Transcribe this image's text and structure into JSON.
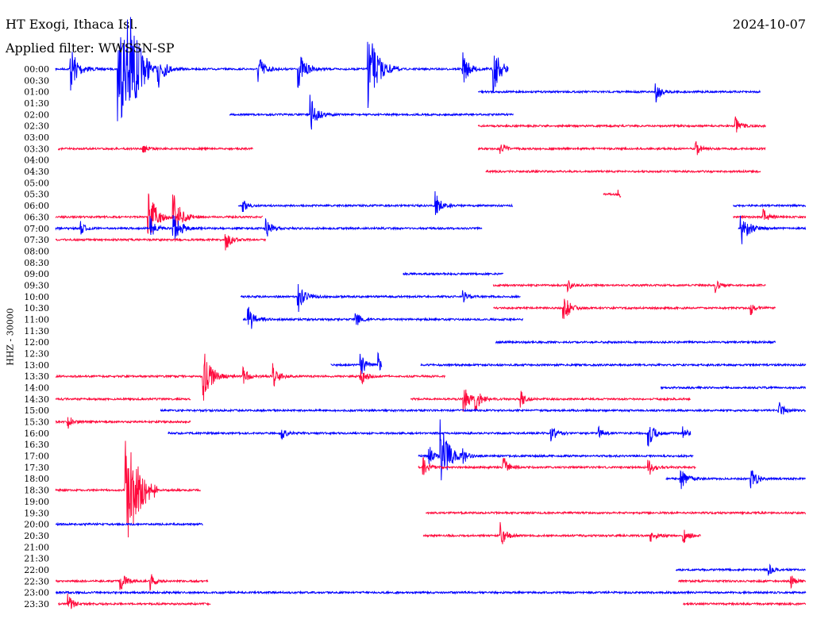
{
  "header": {
    "station": "HT Exogi, Ithaca Isl.",
    "date": "2024-10-07",
    "filter": "Applied filter: WWSSN-SP"
  },
  "chart_data": {
    "type": "line",
    "title": "HT Exogi, Ithaca Isl.",
    "ylabel": "HHZ - 30000",
    "xlabel": "",
    "minutes_per_line": 30,
    "colors": {
      "even": "#0000ff",
      "odd": "#ff0a3c"
    },
    "time_labels": [
      "00:00",
      "00:30",
      "01:00",
      "01:30",
      "02:00",
      "02:30",
      "03:00",
      "03:30",
      "04:00",
      "04:30",
      "05:00",
      "05:30",
      "06:00",
      "06:30",
      "07:00",
      "07:30",
      "08:00",
      "08:30",
      "09:00",
      "09:30",
      "10:00",
      "10:30",
      "11:00",
      "11:30",
      "12:00",
      "12:30",
      "13:00",
      "13:30",
      "14:00",
      "14:30",
      "15:00",
      "15:30",
      "16:00",
      "16:30",
      "17:00",
      "17:30",
      "18:00",
      "18:30",
      "19:00",
      "19:30",
      "20:00",
      "20:30",
      "21:00",
      "21:30",
      "22:00",
      "22:30",
      "23:00",
      "23:30"
    ],
    "traces": [
      {
        "time": "00:00",
        "segments": [
          [
            0,
            18.1
          ]
        ],
        "events": [
          [
            0.6,
            30
          ],
          [
            2.5,
            80
          ],
          [
            2.9,
            50
          ],
          [
            4.1,
            25
          ],
          [
            8.1,
            20
          ],
          [
            9.7,
            25
          ],
          [
            12.5,
            50
          ],
          [
            16.3,
            20
          ],
          [
            17.5,
            30
          ]
        ]
      },
      {
        "time": "01:00",
        "segments": [
          [
            16.9,
            28.2
          ]
        ],
        "events": [
          [
            24.0,
            14
          ]
        ]
      },
      {
        "time": "02:00",
        "segments": [
          [
            6.95,
            18.3
          ]
        ],
        "events": [
          [
            10.2,
            22
          ]
        ]
      },
      {
        "time": "02:30",
        "segments": [
          [
            16.9,
            28.4
          ]
        ],
        "events": [
          [
            27.2,
            10
          ]
        ]
      },
      {
        "time": "03:30",
        "segments": [
          [
            0.1,
            7.9
          ],
          [
            16.9,
            28.4
          ]
        ],
        "events": [
          [
            3.5,
            6
          ],
          [
            17.8,
            9
          ],
          [
            25.6,
            10
          ]
        ]
      },
      {
        "time": "04:30",
        "segments": [
          [
            17.2,
            28.2
          ]
        ],
        "events": []
      },
      {
        "time": "05:30",
        "segments": [
          [
            21.9,
            22.6
          ]
        ],
        "events": [
          [
            22.5,
            5
          ]
        ]
      },
      {
        "time": "06:00",
        "segments": [
          [
            7.3,
            18.3
          ],
          [
            27.1,
            30
          ]
        ],
        "events": [
          [
            7.5,
            8
          ],
          [
            15.2,
            16
          ]
        ]
      },
      {
        "time": "06:30",
        "segments": [
          [
            0,
            8.3
          ],
          [
            27.1,
            30
          ]
        ],
        "events": [
          [
            3.7,
            35
          ],
          [
            4.7,
            30
          ],
          [
            28.3,
            10
          ]
        ]
      },
      {
        "time": "07:00",
        "segments": [
          [
            0,
            17.05
          ],
          [
            27.3,
            30
          ]
        ],
        "events": [
          [
            1.0,
            8
          ],
          [
            3.8,
            14
          ],
          [
            4.7,
            22
          ],
          [
            8.4,
            14
          ],
          [
            27.4,
            25
          ]
        ]
      },
      {
        "time": "07:30",
        "segments": [
          [
            0,
            8.4
          ]
        ],
        "events": [
          [
            6.8,
            14
          ]
        ]
      },
      {
        "time": "09:00",
        "segments": [
          [
            13.9,
            17.9
          ]
        ],
        "events": []
      },
      {
        "time": "09:30",
        "segments": [
          [
            17.5,
            28.4
          ]
        ],
        "events": [
          [
            20.5,
            6
          ],
          [
            26.4,
            8
          ]
        ]
      },
      {
        "time": "10:00",
        "segments": [
          [
            7.4,
            18.6
          ]
        ],
        "events": [
          [
            9.7,
            20
          ],
          [
            16.3,
            8
          ]
        ]
      },
      {
        "time": "10:30",
        "segments": [
          [
            17.5,
            28.8
          ]
        ],
        "events": [
          [
            20.3,
            20
          ],
          [
            27.8,
            10
          ]
        ]
      },
      {
        "time": "11:00",
        "segments": [
          [
            7.5,
            18.7
          ]
        ],
        "events": [
          [
            7.7,
            20
          ],
          [
            12.0,
            10
          ]
        ]
      },
      {
        "time": "12:00",
        "segments": [
          [
            17.6,
            28.8
          ]
        ],
        "events": []
      },
      {
        "time": "13:00",
        "segments": [
          [
            11.0,
            13.05
          ],
          [
            14.6,
            30
          ]
        ],
        "events": [
          [
            12.2,
            15
          ],
          [
            12.9,
            14
          ]
        ]
      },
      {
        "time": "13:30",
        "segments": [
          [
            0,
            15.6
          ]
        ],
        "events": [
          [
            5.9,
            35
          ],
          [
            7.5,
            12
          ],
          [
            8.7,
            15
          ],
          [
            12.2,
            12
          ]
        ]
      },
      {
        "time": "14:00",
        "segments": [
          [
            24.2,
            30
          ]
        ],
        "events": []
      },
      {
        "time": "14:30",
        "segments": [
          [
            0,
            5.4
          ],
          [
            14.2,
            25.4
          ]
        ],
        "events": [
          [
            16.3,
            18
          ],
          [
            16.8,
            14
          ],
          [
            18.6,
            10
          ]
        ]
      },
      {
        "time": "15:00",
        "segments": [
          [
            4.2,
            30
          ]
        ],
        "events": [
          [
            28.9,
            12
          ]
        ]
      },
      {
        "time": "15:30",
        "segments": [
          [
            0,
            5.4
          ]
        ],
        "events": [
          [
            0.5,
            9
          ]
        ]
      },
      {
        "time": "16:00",
        "segments": [
          [
            4.5,
            25.4
          ]
        ],
        "events": [
          [
            9.0,
            10
          ],
          [
            19.8,
            12
          ],
          [
            21.7,
            10
          ],
          [
            23.7,
            18
          ],
          [
            25.1,
            8
          ]
        ]
      },
      {
        "time": "17:00",
        "segments": [
          [
            14.5,
            25.5
          ]
        ],
        "events": [
          [
            14.9,
            15
          ],
          [
            15.4,
            40
          ],
          [
            16.3,
            8
          ]
        ]
      },
      {
        "time": "17:30",
        "segments": [
          [
            14.5,
            25.6
          ]
        ],
        "events": [
          [
            14.7,
            12
          ],
          [
            17.9,
            15
          ],
          [
            23.7,
            12
          ]
        ]
      },
      {
        "time": "18:00",
        "segments": [
          [
            24.4,
            30
          ]
        ],
        "events": [
          [
            25.0,
            14
          ],
          [
            27.8,
            15
          ]
        ]
      },
      {
        "time": "18:30",
        "segments": [
          [
            0,
            5.8
          ]
        ],
        "events": [
          [
            2.8,
            80
          ]
        ]
      },
      {
        "time": "19:30",
        "segments": [
          [
            14.8,
            30
          ]
        ],
        "events": []
      },
      {
        "time": "20:00",
        "segments": [
          [
            0,
            5.9
          ]
        ],
        "events": []
      },
      {
        "time": "20:30",
        "segments": [
          [
            14.7,
            25.8
          ]
        ],
        "events": [
          [
            17.8,
            15
          ],
          [
            23.8,
            10
          ],
          [
            25.1,
            12
          ]
        ]
      },
      {
        "time": "22:00",
        "segments": [
          [
            24.8,
            30
          ]
        ],
        "events": [
          [
            28.5,
            8
          ]
        ]
      },
      {
        "time": "22:30",
        "segments": [
          [
            0,
            6.1
          ],
          [
            24.9,
            30
          ]
        ],
        "events": [
          [
            2.6,
            14
          ],
          [
            3.8,
            10
          ],
          [
            29.4,
            8
          ]
        ]
      },
      {
        "time": "23:00",
        "segments": [
          [
            0,
            30
          ]
        ],
        "events": []
      },
      {
        "time": "23:30",
        "segments": [
          [
            0.1,
            6.2
          ],
          [
            25.1,
            30
          ]
        ],
        "events": [
          [
            0.5,
            12
          ]
        ]
      }
    ]
  }
}
